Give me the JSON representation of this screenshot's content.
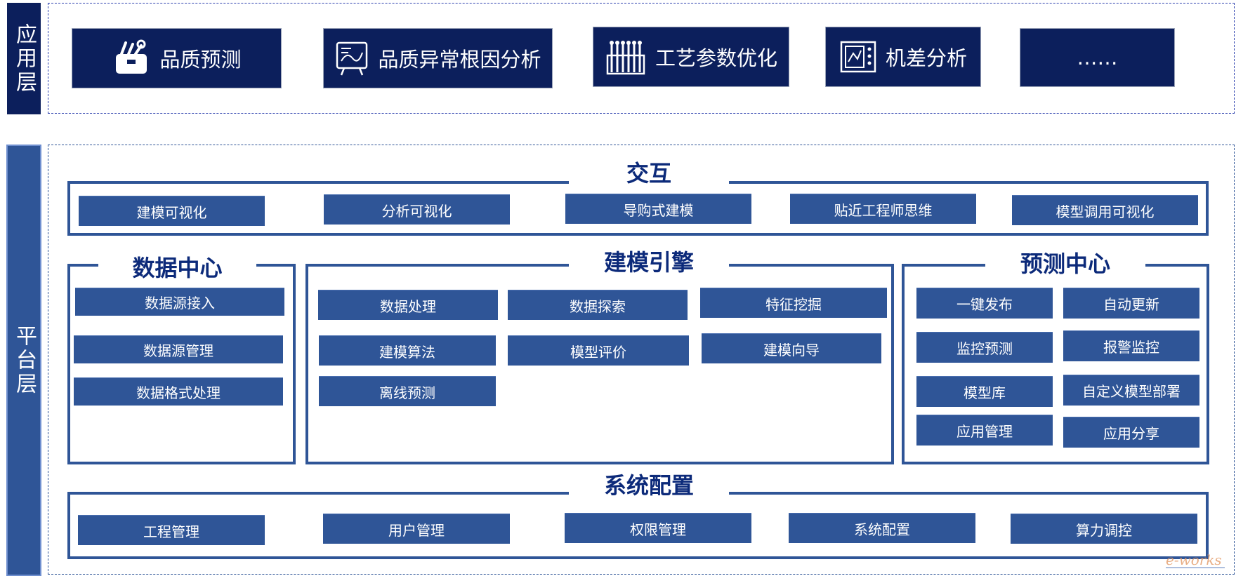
{
  "layers": {
    "app": "应用层",
    "platform": "平台层"
  },
  "app_cards": [
    {
      "label": "品质预测",
      "icon": "toolbox-icon"
    },
    {
      "label": "品质异常根因分析",
      "icon": "analysis-board-icon"
    },
    {
      "label": "工艺参数优化",
      "icon": "parameter-rack-icon"
    },
    {
      "label": "机差分析",
      "icon": "machine-panel-icon"
    },
    {
      "label": "……",
      "icon": ""
    }
  ],
  "interaction": {
    "title": "交互",
    "items": [
      "建模可视化",
      "分析可视化",
      "导购式建模",
      "贴近工程师思维",
      "模型调用可视化"
    ]
  },
  "data_center": {
    "title": "数据中心",
    "items": [
      "数据源接入",
      "数据源管理",
      "数据格式处理"
    ]
  },
  "modeling_engine": {
    "title": "建模引擎",
    "items": [
      "数据处理",
      "数据探索",
      "特征挖掘",
      "建模算法",
      "模型评价",
      "建模向导",
      "离线预测"
    ]
  },
  "prediction_center": {
    "title": "预测中心",
    "items": [
      "一键发布",
      "自动更新",
      "监控预测",
      "报警监控",
      "模型库",
      "自定义模型部署",
      "应用管理",
      "应用分享"
    ]
  },
  "system_config": {
    "title": "系统配置",
    "items": [
      "工程管理",
      "用户管理",
      "权限管理",
      "系统配置",
      "算力调控"
    ]
  },
  "colors": {
    "navy": "#0c1f5c",
    "chip_blue": "#2f5597",
    "title_blue": "#0c2a7a"
  }
}
